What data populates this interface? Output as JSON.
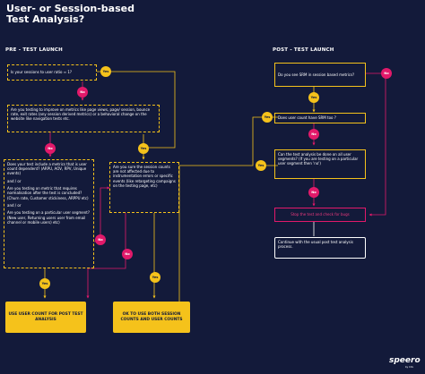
{
  "title_line1": "User- or Session-based",
  "title_line2": "Test Analysis?",
  "sections": {
    "pre": "PRE - TEST LAUNCH",
    "post": "POST - TEST LAUNCH"
  },
  "nodes": {
    "ratio_q": "Is your sessions to user ratio ≈ 1?",
    "improve_q": "Are you testing to improve on metrics like page views, page/ session, bounce rate, exit rates (any session derived metrics) or a behavioral change on the website like navigation tests etc.",
    "metrics_q1": "Does your test include a metrics that is user count dependent? (ARPU, AOV, RPV, Unique events)",
    "and_or_1": "and / or",
    "metrics_q2": "Are you testing on metric that requires normalisation after the test is concluded? (Churn rate, Customer stickiness, ARPPU etc)",
    "and_or_2": "and / or",
    "metrics_q3": "Are you testing on a particular user segment? (New user, Returning users user from email channel or mobile users) etc)",
    "session_counts_q": "Are you sure the session counts are not affected due to instrumentation errors or specific events (like retargeting campaigns on the testing page, etc)",
    "use_user_count": "USE USER COUNT FOR POST TEST ANALYSIS",
    "ok_both": "OK TO USE BOTH SESSION COUNTS AND USER COUNTS",
    "srm_q": "Do you see SRM in session based metrics?",
    "user_srm_q": "Does user count have SRM too ?",
    "segment_q": "Can the test analysis be done on all user segments? (If you are testing on a particular user segment then 'no')",
    "stop_test": "Stop the test and check for bugs",
    "continue": "Continue with the usual post test analysis process."
  },
  "edge_labels": {
    "yes": "Yes",
    "no": "No"
  },
  "brand": {
    "name": "speero",
    "sub": "by CXL"
  },
  "colors": {
    "background": "#131a3a",
    "accent_yellow": "#f5c21b",
    "accent_pink": "#e2196a",
    "text": "#ffffff"
  }
}
